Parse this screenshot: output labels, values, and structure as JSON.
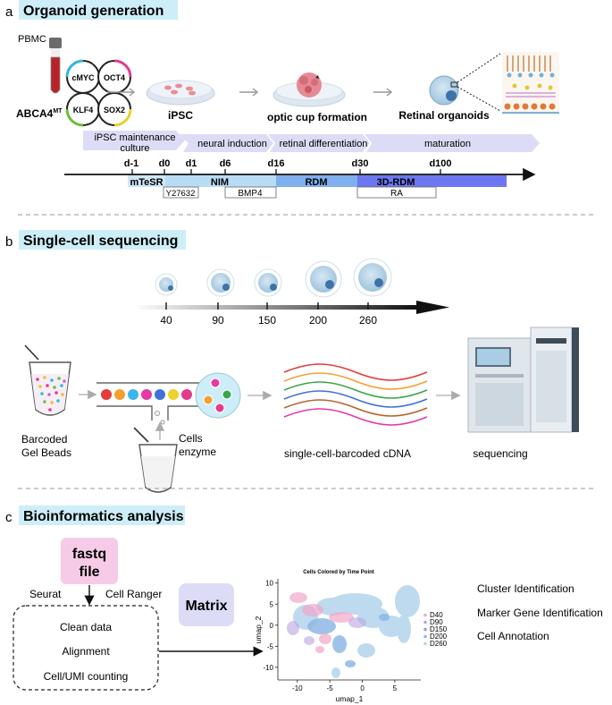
{
  "section_a": {
    "letter": "a",
    "title": "Organoid generation",
    "pbmc": "PBMC",
    "abca4": "ABCA4",
    "abca4_sup": "MT",
    "factors": [
      "cMYC",
      "OCT4",
      "KLF4",
      "SOX2"
    ],
    "stage_ipsc": "iPSC",
    "stage_optic": "optic cup formation",
    "stage_retinal": "Retinal organoids",
    "phases": [
      "iPSC maintenance",
      "culture",
      "neural induction",
      "retinal differentiation",
      "maturation"
    ],
    "days": [
      "d-1",
      "d0",
      "d1",
      "d6",
      "d16",
      "d30",
      "d100"
    ],
    "media": [
      "mTeSR",
      "NIM",
      "RDM",
      "3D-RDM"
    ],
    "supplements": [
      "Y27632",
      "BMP4",
      "RA"
    ]
  },
  "section_b": {
    "letter": "b",
    "title": "Single-cell sequencing",
    "timepoints": [
      "40",
      "90",
      "150",
      "200",
      "260"
    ],
    "gel_beads_1": "Barcoded",
    "gel_beads_2": "Gel Beads",
    "cells_1": "Cells",
    "cells_2": "enzyme",
    "cdna": "single-cell-barcoded cDNA",
    "sequencing": "sequencing"
  },
  "section_c": {
    "letter": "c",
    "title": "Bioinformatics analysis",
    "fastq_1": "fastq",
    "fastq_2": "file",
    "seurat": "Seurat",
    "cellranger": "Cell Ranger",
    "steps": [
      "Clean data",
      "Alignment",
      "Cell/UMI counting"
    ],
    "matrix": "Matrix",
    "outputs": [
      "Cluster Identification",
      "Marker Gene Identification",
      "Cell Annotation"
    ]
  },
  "chart_data": {
    "type": "scatter",
    "title": "Cells Colored by Time Point",
    "xlabel": "umap_1",
    "ylabel": "umap_2",
    "x_ticks": [
      "-10",
      "-5",
      "0",
      "5"
    ],
    "y_ticks": [
      "10",
      "5",
      "0",
      "-5",
      "-10"
    ],
    "xlim": [
      -13,
      9
    ],
    "ylim": [
      -13,
      11
    ],
    "legend": [
      "D40",
      "D90",
      "D150",
      "D200",
      "D260"
    ],
    "colors": [
      "#f2a6c9",
      "#b9a5e3",
      "#8f9fe0",
      "#8fb8e6",
      "#b7d7ee"
    ]
  },
  "colors": {
    "title_bg": "#cdeef8",
    "fastq_bg": "#f6cbe8",
    "matrix_bg": "#dcdcf6",
    "ribbon": "#dcdcf6",
    "mtesr": "#cfe6f7",
    "nim": "#b8dcf5",
    "rdm": "#7fb0ee",
    "rdm3d": "#6d77f0"
  }
}
